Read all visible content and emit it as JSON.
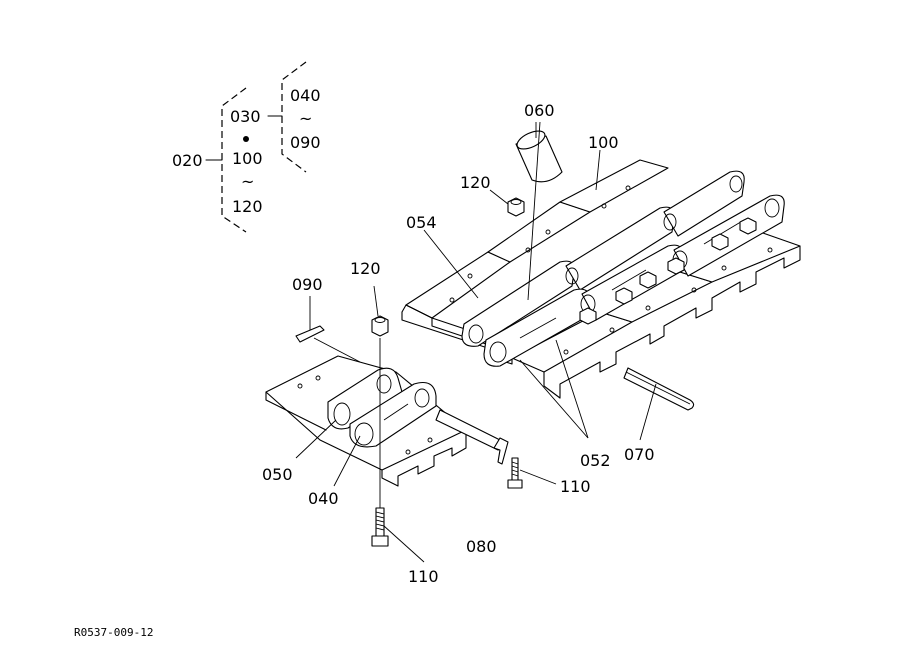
{
  "labels": {
    "l020": "020",
    "l030": "030",
    "l040a": "040",
    "l090a": "090",
    "l100a": "100",
    "l120a": "120",
    "tilde1": "~",
    "tilde2": "~",
    "l060": "060",
    "l100": "100",
    "l120b": "120",
    "l054": "054",
    "l090": "090",
    "l120c": "120",
    "l050": "050",
    "l040": "040",
    "l052": "052",
    "l070": "070",
    "l110a": "110",
    "l080": "080",
    "l110b": "110"
  },
  "footer": {
    "code": "R0537-009-12"
  }
}
